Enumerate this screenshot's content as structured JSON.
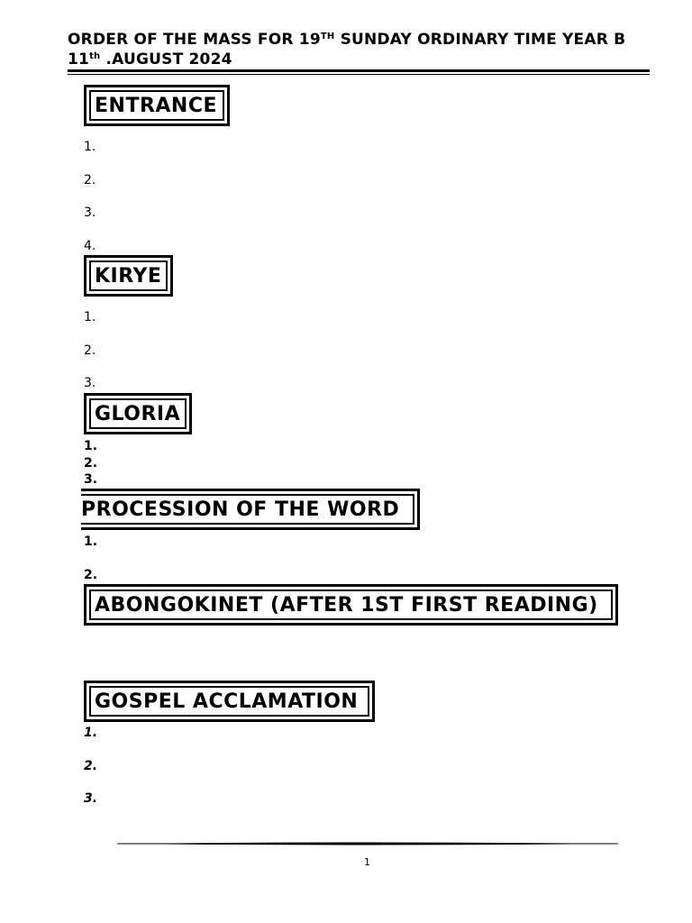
{
  "header": {
    "title_part1": "ORDER OF THE MASS FOR 19",
    "title_sup1": "TH",
    "title_part2": " SUNDAY ORDINARY TIME YEAR B 11",
    "title_sup2": "th",
    "title_part3": " .AUGUST 2024"
  },
  "sections": {
    "entrance": {
      "heading": "ENTRANCE",
      "items": [
        "1.",
        "2.",
        "3.",
        "4."
      ]
    },
    "kirye": {
      "heading": "KIRYE",
      "items": [
        "1.",
        "2.",
        "3."
      ]
    },
    "gloria": {
      "heading": "GLORIA",
      "items": [
        "1.",
        "2.",
        "3."
      ]
    },
    "procession": {
      "heading": "PROCESSION OF THE WORD",
      "items": [
        "1.",
        "2."
      ]
    },
    "abongokinet": {
      "heading": "ABONGOKINET (AFTER 1ST FIRST READING)"
    },
    "gospel": {
      "heading": "GOSPEL ACCLAMATION",
      "items": [
        "1.",
        "2.",
        "3."
      ]
    }
  },
  "footer": {
    "page_number": "1"
  }
}
